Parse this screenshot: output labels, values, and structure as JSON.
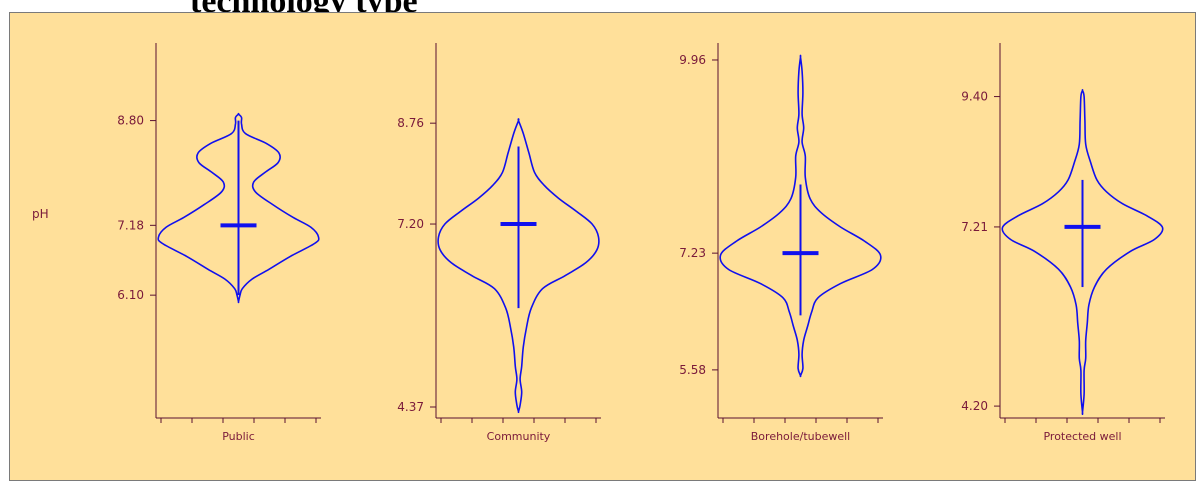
{
  "page": {
    "title": "technology type"
  },
  "chart_data": {
    "type": "violin",
    "ylabel": "pH",
    "colors": {
      "violin": "#1010ee",
      "axis": "#5a1030",
      "panel": "#ffe09a",
      "label": "#7a1a3a"
    },
    "panels": [
      {
        "category": "Public",
        "ylim": [
          4.2,
          10.0
        ],
        "yticks": [
          6.1,
          7.18,
          8.8
        ],
        "ytick_labels": [
          "6.10",
          "7.18",
          "8.80"
        ],
        "median": 7.18,
        "whisker": [
          6.1,
          8.8
        ],
        "profile": [
          [
            6.0,
            0.0
          ],
          [
            6.1,
            0.2
          ],
          [
            6.2,
            0.5
          ],
          [
            6.35,
            1.8
          ],
          [
            6.5,
            4.0
          ],
          [
            6.7,
            6.8
          ],
          [
            6.9,
            10.0
          ],
          [
            7.0,
            10.5
          ],
          [
            7.15,
            9.5
          ],
          [
            7.3,
            7.2
          ],
          [
            7.5,
            4.5
          ],
          [
            7.7,
            2.2
          ],
          [
            7.85,
            2.0
          ],
          [
            8.0,
            3.5
          ],
          [
            8.15,
            5.2
          ],
          [
            8.3,
            5.3
          ],
          [
            8.45,
            3.6
          ],
          [
            8.6,
            0.9
          ],
          [
            8.75,
            0.4
          ],
          [
            8.85,
            0.4
          ],
          [
            8.9,
            0.0
          ]
        ]
      },
      {
        "category": "Community",
        "ylim": [
          4.2,
          10.0
        ],
        "yticks": [
          4.37,
          7.2,
          8.76
        ],
        "ytick_labels": [
          "4.37",
          "7.20",
          "8.76"
        ],
        "median": 7.2,
        "whisker": [
          5.9,
          8.4
        ],
        "profile": [
          [
            4.3,
            0.0
          ],
          [
            4.4,
            0.2
          ],
          [
            4.6,
            0.4
          ],
          [
            4.8,
            0.2
          ],
          [
            5.0,
            0.4
          ],
          [
            5.3,
            0.6
          ],
          [
            5.6,
            1.0
          ],
          [
            5.9,
            1.6
          ],
          [
            6.2,
            3.0
          ],
          [
            6.4,
            5.8
          ],
          [
            6.6,
            8.4
          ],
          [
            6.8,
            9.8
          ],
          [
            7.0,
            10.0
          ],
          [
            7.2,
            9.2
          ],
          [
            7.4,
            7.2
          ],
          [
            7.6,
            5.0
          ],
          [
            7.8,
            3.2
          ],
          [
            8.0,
            2.0
          ],
          [
            8.3,
            1.3
          ],
          [
            8.6,
            0.6
          ],
          [
            8.8,
            0.0
          ]
        ]
      },
      {
        "category": "Borehole/tubewell",
        "ylim": [
          4.9,
          10.2
        ],
        "yticks": [
          5.58,
          7.23,
          9.96
        ],
        "ytick_labels": [
          "5.58",
          "7.23",
          "9.96"
        ],
        "median": 7.23,
        "whisker": [
          6.35,
          8.2
        ],
        "profile": [
          [
            5.5,
            0.0
          ],
          [
            5.6,
            0.3
          ],
          [
            5.8,
            0.2
          ],
          [
            6.0,
            0.4
          ],
          [
            6.2,
            0.9
          ],
          [
            6.4,
            1.4
          ],
          [
            6.6,
            2.2
          ],
          [
            6.8,
            5.0
          ],
          [
            7.0,
            9.0
          ],
          [
            7.2,
            10.0
          ],
          [
            7.4,
            8.0
          ],
          [
            7.6,
            5.0
          ],
          [
            7.8,
            2.6
          ],
          [
            8.0,
            1.2
          ],
          [
            8.3,
            0.6
          ],
          [
            8.6,
            0.6
          ],
          [
            8.8,
            0.2
          ],
          [
            9.0,
            0.4
          ],
          [
            9.2,
            0.2
          ],
          [
            9.5,
            0.3
          ],
          [
            9.8,
            0.2
          ],
          [
            10.0,
            0.0
          ]
        ]
      },
      {
        "category": "Protected well",
        "ylim": [
          4.0,
          10.3
        ],
        "yticks": [
          4.2,
          7.21,
          9.4
        ],
        "ytick_labels": [
          "4.20",
          "7.21",
          "9.40"
        ],
        "median": 7.21,
        "whisker": [
          6.2,
          8.0
        ],
        "profile": [
          [
            4.1,
            0.0
          ],
          [
            4.4,
            0.2
          ],
          [
            4.8,
            0.2
          ],
          [
            5.0,
            0.4
          ],
          [
            5.3,
            0.4
          ],
          [
            5.6,
            0.6
          ],
          [
            5.9,
            0.8
          ],
          [
            6.2,
            1.5
          ],
          [
            6.5,
            3.0
          ],
          [
            6.8,
            6.0
          ],
          [
            7.0,
            9.0
          ],
          [
            7.2,
            10.0
          ],
          [
            7.4,
            8.0
          ],
          [
            7.6,
            5.0
          ],
          [
            7.8,
            3.0
          ],
          [
            8.0,
            1.8
          ],
          [
            8.3,
            1.0
          ],
          [
            8.6,
            0.4
          ],
          [
            9.0,
            0.3
          ],
          [
            9.4,
            0.2
          ],
          [
            9.5,
            0.0
          ]
        ]
      }
    ]
  }
}
